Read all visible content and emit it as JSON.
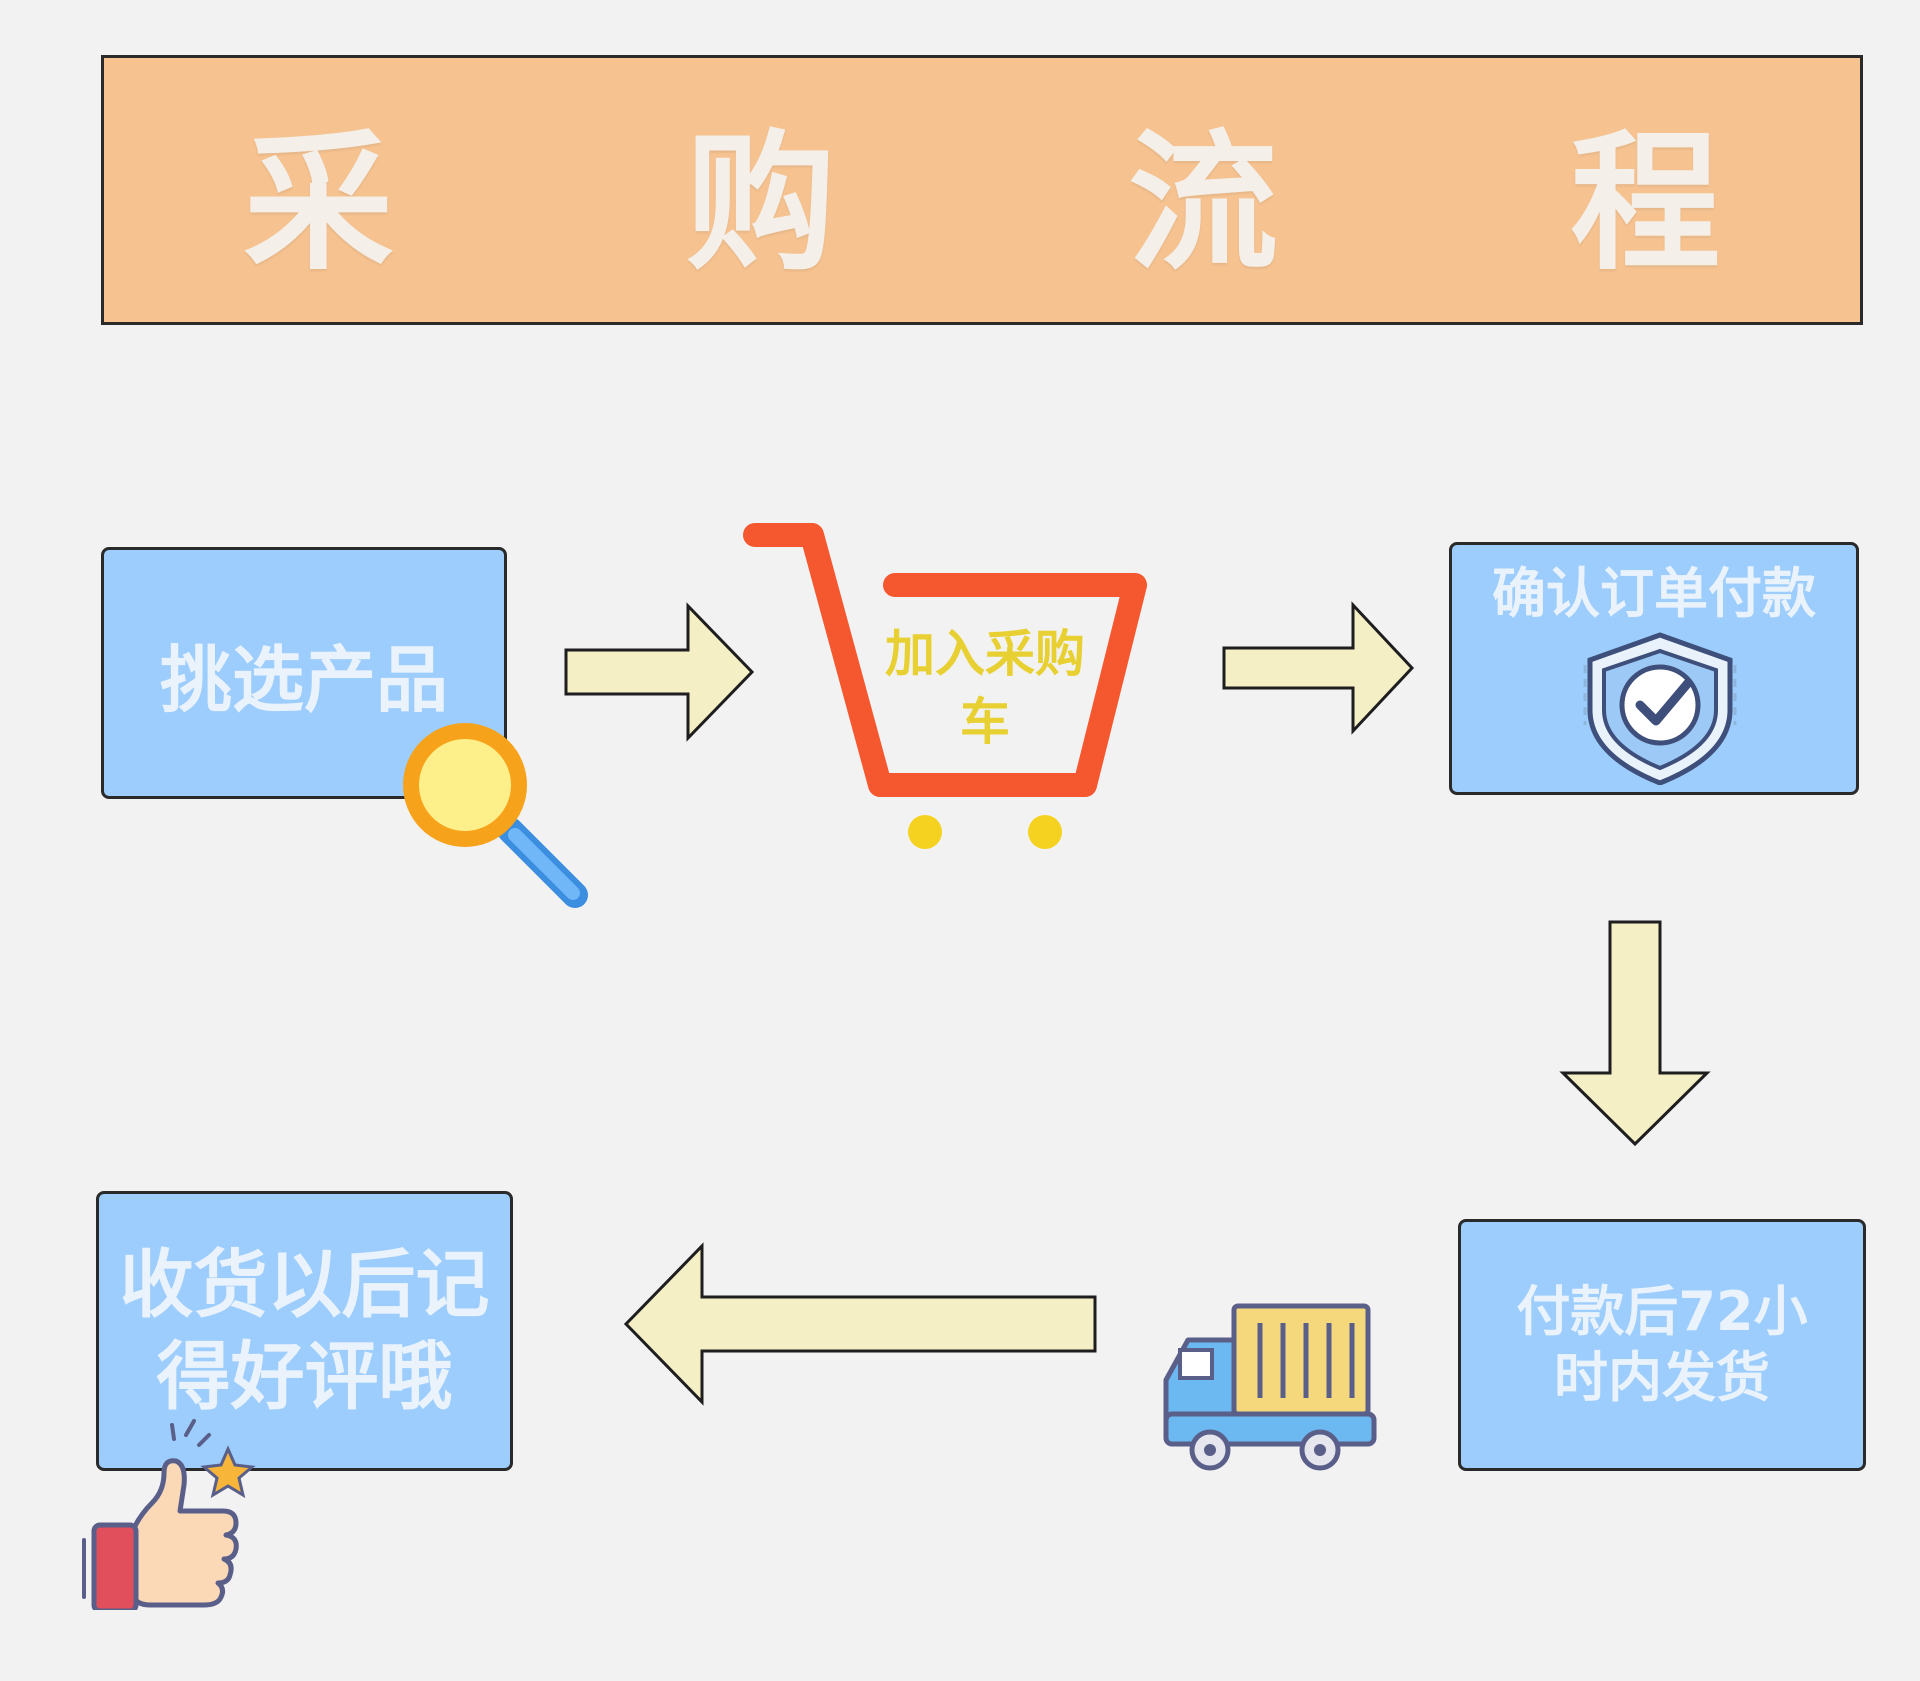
{
  "title": "采 购 流 程",
  "steps": {
    "select_product": "挑选产品",
    "add_to_cart": "加入采购车",
    "confirm_payment": "确认订单付款",
    "ship_within": "付款后72小时内发货",
    "review": "收货以后记得好评哦"
  },
  "icons": [
    "magnifier-icon",
    "shopping-cart-icon",
    "shield-check-icon",
    "truck-icon",
    "thumbs-up-icon"
  ],
  "colors": {
    "banner": "#f5c290",
    "step_box": "#9ccdfc",
    "arrow_fill": "#f5efc6",
    "cart": "#f5572f",
    "cart_label": "#e8d032"
  }
}
